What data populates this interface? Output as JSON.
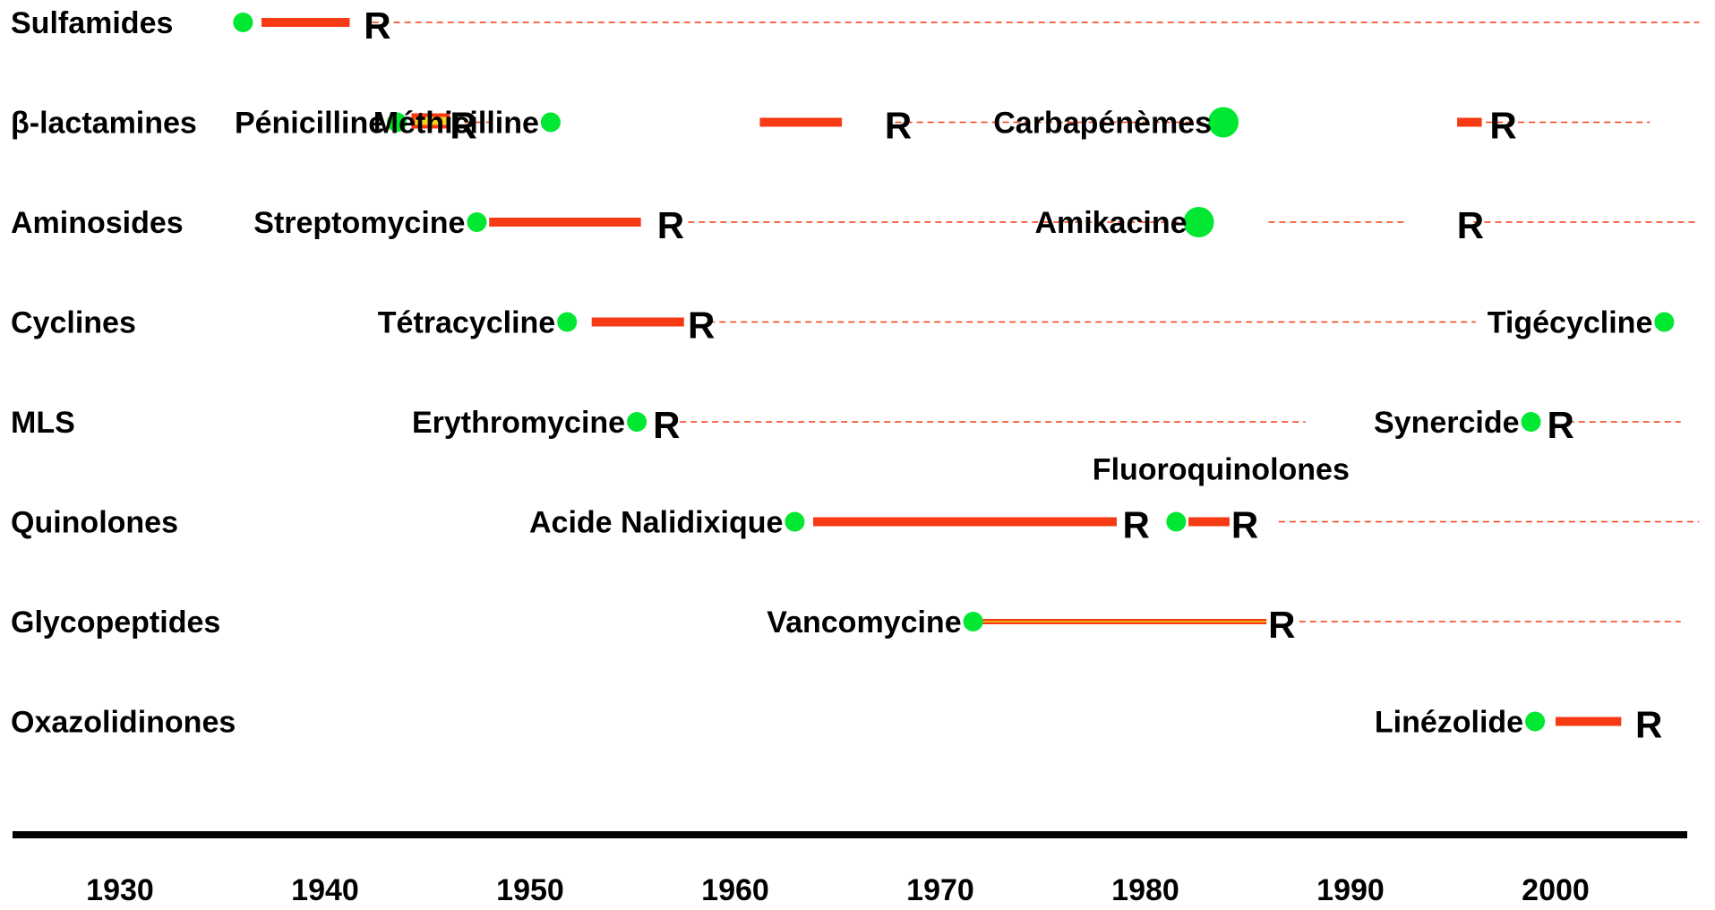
{
  "chart_data": {
    "type": "timeline",
    "x_unit": "year",
    "xlim": [
      1924,
      2007
    ],
    "x_ticks": [
      1930,
      1940,
      1950,
      1960,
      1970,
      1980,
      1990,
      2000
    ],
    "resistance_marker": "R",
    "colors": {
      "introduction_dot": "#00e832",
      "resistance_bar": "#f53a14",
      "bar_highlight": "#f7d11e",
      "spread_line": "#f53a14",
      "axis": "#000000"
    },
    "rows": [
      {
        "class": "Sulfamides",
        "spread": [
          [
            1942.3,
            2007
          ]
        ],
        "drugs": [
          {
            "name": "",
            "introduced": 1936,
            "bar": [
              1936.9,
              1941.2
            ],
            "resistance": 1941.8
          }
        ]
      },
      {
        "class": "β-lactamines",
        "spread": [
          [
            1946.8,
            1948.2
          ],
          [
            1967.8,
            1982.8
          ],
          [
            1996.6,
            2004.6
          ]
        ],
        "drugs": [
          {
            "name": "Pénicilline",
            "introduced": 1943.5,
            "bar": [
              1944.3,
              1946
            ],
            "bar_style": "hollow",
            "resistance": 1946
          },
          {
            "name": "Méthicilline",
            "introduced": 1951,
            "bar": [
              1961.2,
              1965.2
            ],
            "resistance": 1967.2
          },
          {
            "name": "Carbapénèmes",
            "introduced": 1983.8,
            "dot_size": "large",
            "bar": [
              1995.2,
              1996.4
            ],
            "resistance": 1996.7
          }
        ]
      },
      {
        "class": "Aminosides",
        "spread": [
          [
            1957.7,
            1981.8
          ],
          [
            1986,
            1992.6
          ],
          [
            1996,
            2007
          ]
        ],
        "drugs": [
          {
            "name": "Streptomycine",
            "introduced": 1947.4,
            "bar": [
              1948,
              1955.4
            ],
            "resistance": 1956.1
          },
          {
            "name": "Amikacine",
            "introduced": 1982.6,
            "dot_size": "large",
            "resistance": 1995.1
          }
        ]
      },
      {
        "class": "Cyclines",
        "spread": [
          [
            1958.7,
            1996.1
          ]
        ],
        "drugs": [
          {
            "name": "Tétracycline",
            "introduced": 1951.8,
            "bar": [
              1953,
              1957.5
            ],
            "resistance": 1957.6
          },
          {
            "name": "Tigécycline",
            "introduced": 2005.3
          }
        ]
      },
      {
        "class": "MLS",
        "spread": [
          [
            1957.3,
            1987.8
          ],
          [
            2000.6,
            2006.1
          ]
        ],
        "drugs": [
          {
            "name": "Erythromycine",
            "introduced": 1955.2,
            "resistance": 1955.9
          },
          {
            "name": "Synercide",
            "introduced": 1998.8,
            "resistance": 1999.5
          }
        ]
      },
      {
        "class": "Quinolones",
        "spread": [
          [
            1986.5,
            2007
          ]
        ],
        "drugs": [
          {
            "name": "Acide Nalidixique",
            "introduced": 1962.9,
            "bar": [
              1963.8,
              1978.6
            ],
            "resistance": 1978.8
          },
          {
            "name": "Fluoroquinolones",
            "introduced": 1981.5,
            "name_position": "above",
            "bar": [
              1982.1,
              1984.1
            ],
            "resistance": 1984.1
          }
        ]
      },
      {
        "class": "Glycopeptides",
        "spread": [
          [
            1987.5,
            2006.1
          ]
        ],
        "drugs": [
          {
            "name": "Vancomycine",
            "introduced": 1971.6,
            "bar": [
              1972,
              1985.9
            ],
            "bar_style": "double",
            "resistance": 1985.9
          }
        ]
      },
      {
        "class": "Oxazolidinones",
        "spread": [],
        "drugs": [
          {
            "name": "Linézolide",
            "introduced": 1999,
            "bar": [
              2000,
              2003.2
            ],
            "resistance": 2003.8
          }
        ]
      }
    ]
  }
}
